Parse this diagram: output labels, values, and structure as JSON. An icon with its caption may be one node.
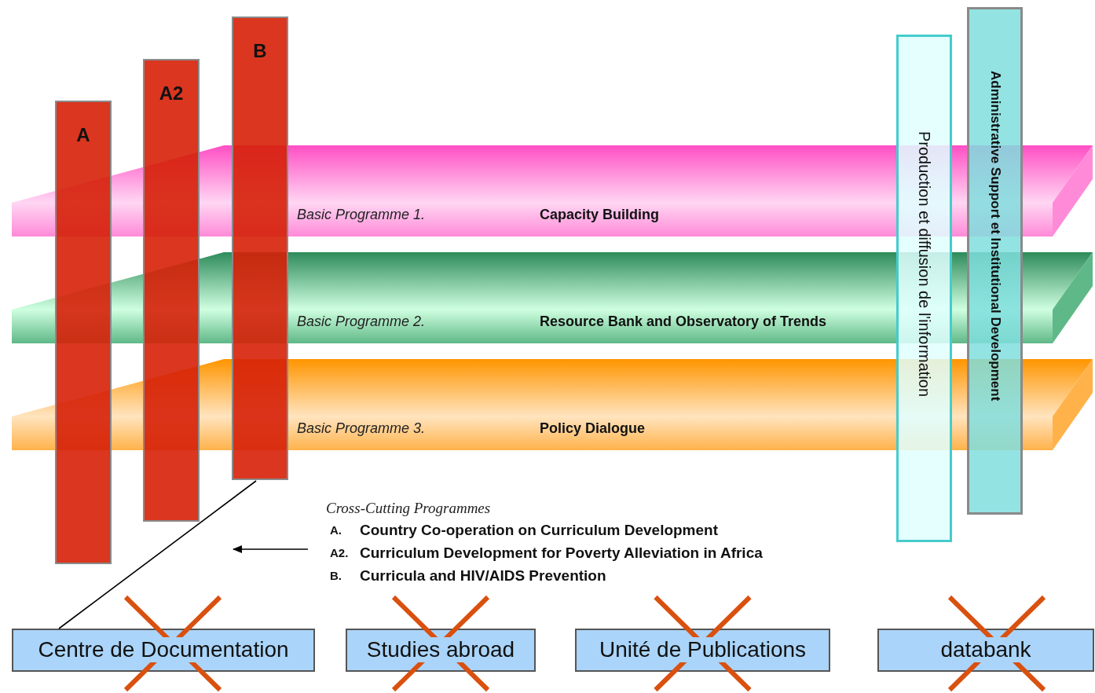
{
  "diagram": {
    "nodes": [
      {
        "text": [
          "A"
        ]
      },
      {
        "text": [
          "A2"
        ]
      },
      {
        "text": [
          "B"
        ]
      },
      {
        "text": [
          "Basic Programme 1.",
          "Capacity Building"
        ]
      },
      {
        "text": [
          "Basic Programme 2.",
          "Resource Bank and Observatory of Trends"
        ]
      },
      {
        "text": [
          "Basic Programme 3.",
          "Policy Dialogue"
        ]
      },
      {
        "text": [
          "Production et diffusion de l'information"
        ]
      },
      {
        "text": [
          "Administrative Support et Institutional Development"
        ]
      },
      {
        "text": [
          "Cross-Cutting Programmes",
          "A.",
          "Country Co-operation on Curriculum Development",
          "A2.",
          "Curriculum Development for Poverty Alleviation in Africa",
          "B.",
          "Curricula and HIV/AIDS Prevention"
        ]
      },
      {
        "text": [
          "Centre de Documentation"
        ]
      },
      {
        "text": [
          "Studies abroad"
        ]
      },
      {
        "text": [
          "Unité de Publications"
        ]
      },
      {
        "text": [
          "databank"
        ]
      }
    ],
    "edges": [
      {
        "from": 8,
        "to": null,
        "arrow": "to"
      },
      {
        "from": 2,
        "to": 9,
        "arrow": "none"
      }
    ]
  }
}
